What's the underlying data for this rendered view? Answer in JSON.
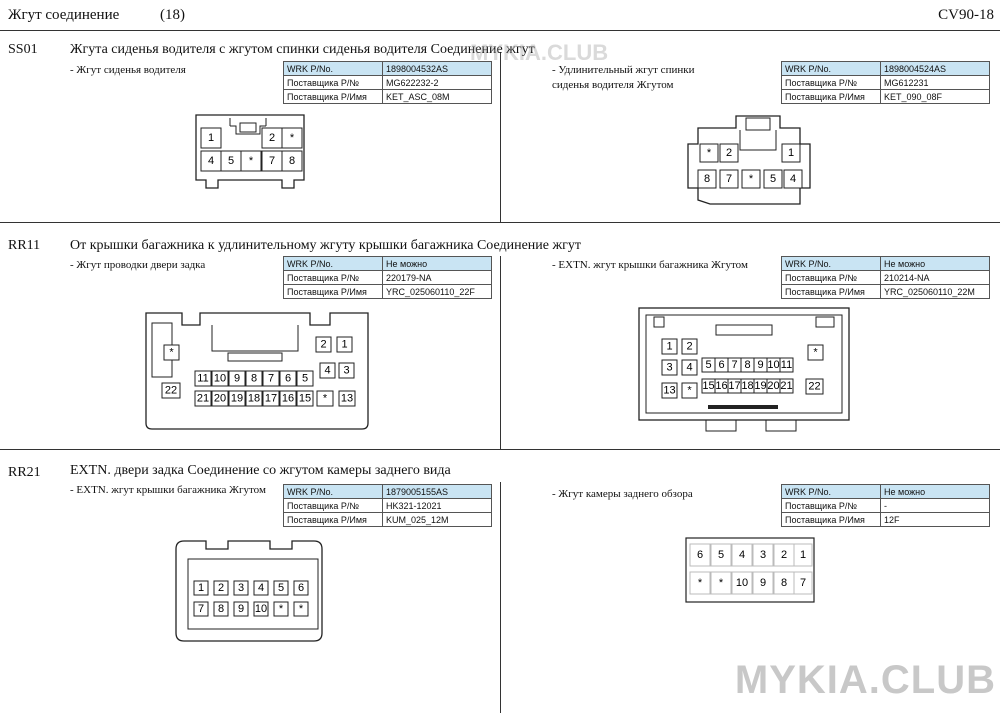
{
  "header": {
    "title": "Жгут соединение",
    "count": "(18)",
    "model": "CV90-18"
  },
  "watermark": "MYKIA.CLUB",
  "sections": [
    {
      "code": "SS01",
      "title": "Жгута сиденья водителя с жгутом спинки сиденья водителя Соединение жгут",
      "left": {
        "caption": "- Жгут сиденья водителя",
        "table": [
          [
            "WRK P/No.",
            "1898004532AS"
          ],
          [
            "Поставщика P/№",
            "MG622232-2"
          ],
          [
            "Поставщика P/Имя",
            "KET_ASC_08M"
          ]
        ],
        "pins": [
          "1",
          "2",
          "*",
          "4",
          "5",
          "*",
          "7",
          "8"
        ]
      },
      "right": {
        "caption": "- Удлинительный жгут спинки",
        "caption2": "сиденья водителя Жгутом",
        "table": [
          [
            "WRK P/No.",
            "1898004524AS"
          ],
          [
            "Поставщика P/№",
            "MG612231"
          ],
          [
            "Поставщика P/Имя",
            "KET_090_08F"
          ]
        ],
        "pins": [
          "*",
          "2",
          "1",
          "8",
          "7",
          "*",
          "5",
          "4"
        ]
      }
    },
    {
      "code": "RR11",
      "title": "От крышки багажника к удлинительному жгуту крышки багажника Соединение жгут",
      "left": {
        "caption": "- Жгут проводки двери задка",
        "table": [
          [
            "WRK P/No.",
            "Не можно"
          ],
          [
            "Поставщика P/№",
            "220179-NA"
          ],
          [
            "Поставщика P/Имя",
            "YRC_025060110_22F"
          ]
        ],
        "pins": [
          "*",
          "2",
          "1",
          "4",
          "3",
          "22",
          "11",
          "10",
          "9",
          "8",
          "7",
          "6",
          "5",
          "21",
          "20",
          "19",
          "18",
          "17",
          "16",
          "15",
          "*",
          "13"
        ]
      },
      "right": {
        "caption": "- EXTN. жгут крышки багажника Жгутом",
        "table": [
          [
            "WRK P/No.",
            "Не можно"
          ],
          [
            "Поставщика P/№",
            "210214-NA"
          ],
          [
            "Поставщика P/Имя",
            "YRC_025060110_22M"
          ]
        ],
        "pins": [
          "1",
          "2",
          "*",
          "3",
          "4",
          "5",
          "6",
          "7",
          "8",
          "9",
          "10",
          "11",
          "13",
          "*",
          "15",
          "16",
          "17",
          "18",
          "19",
          "20",
          "21",
          "22"
        ]
      }
    },
    {
      "code": "RR21",
      "title": "EXTN. двери задка Соединение со жгутом камеры заднего вида",
      "left": {
        "caption": "- EXTN. жгут крышки багажника Жгутом",
        "table": [
          [
            "WRK P/No.",
            "1879005155AS"
          ],
          [
            "Поставщика P/№",
            "HK321-12021"
          ],
          [
            "Поставщика P/Имя",
            "KUM_025_12M"
          ]
        ],
        "pins": [
          "1",
          "2",
          "3",
          "4",
          "5",
          "6",
          "7",
          "8",
          "9",
          "10",
          "*",
          "*"
        ]
      },
      "right": {
        "caption": "- Жгут камеры заднего обзора",
        "table": [
          [
            "WRK P/No.",
            "Не можно"
          ],
          [
            "Поставщика P/№",
            "-"
          ],
          [
            "Поставщика P/Имя",
            "12F"
          ]
        ],
        "pins": [
          "6",
          "5",
          "4",
          "3",
          "2",
          "1",
          "*",
          "*",
          "10",
          "9",
          "8",
          "7"
        ]
      }
    }
  ]
}
